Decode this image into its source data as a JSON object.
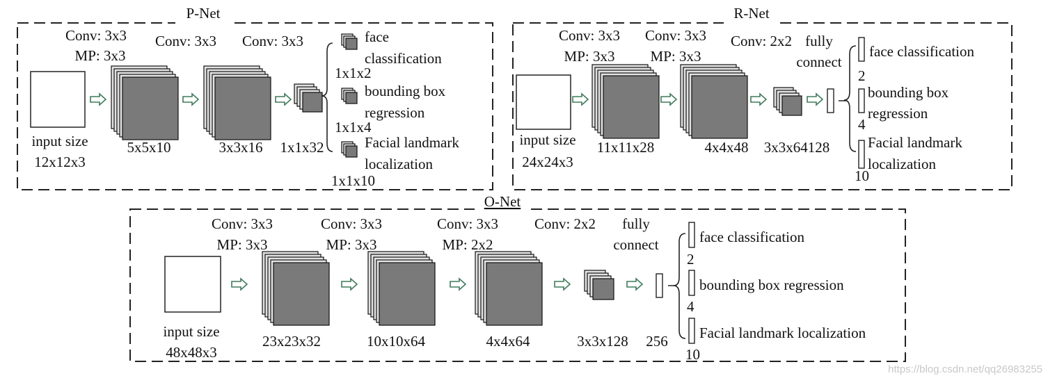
{
  "colors": {
    "frame": "#222222",
    "map_fill": "#7a7a7a",
    "arrow": "#3e7a5a",
    "watermark": "#c8c8c8"
  },
  "pnet": {
    "title": "P-Net",
    "conv1": "Conv: 3x3",
    "mp1": "MP: 3x3",
    "conv2": "Conv: 3x3",
    "conv3": "Conv: 3x3",
    "input_line1": "input size",
    "input_line2": "12x12x3",
    "fm1": "5x5x10",
    "fm2": "3x3x16",
    "fm3": "1x1x32",
    "out_face_1": "face",
    "out_face_2": "classification",
    "out_face_size": "1x1x2",
    "out_bbox_1": "bounding box",
    "out_bbox_2": "regression",
    "out_bbox_size": "1x1x4",
    "out_land_1": "Facial landmark",
    "out_land_2": "localization",
    "out_land_size": "1x1x10"
  },
  "rnet": {
    "title": "R-Net",
    "conv1": "Conv: 3x3",
    "mp1": "MP: 3x3",
    "conv2": "Conv: 3x3",
    "mp2": "MP: 3x3",
    "conv3": "Conv: 2x2",
    "fc_1": "fully",
    "fc_2": "connect",
    "input_line1": "input size",
    "input_line2": "24x24x3",
    "fm1": "11x11x28",
    "fm2": "4x4x48",
    "fm3": "3x3x64128",
    "out_face": "face classification",
    "out_face_size": "2",
    "out_bbox_1": "bounding box",
    "out_bbox_2": "regression",
    "out_bbox_size": "4",
    "out_land_1": "Facial landmark",
    "out_land_2": "localization",
    "out_land_size": "10"
  },
  "onet": {
    "title": "O-Net",
    "conv1": "Conv: 3x3",
    "mp1": "MP: 3x3",
    "conv2": "Conv: 3x3",
    "mp2": "MP: 3x3",
    "conv3": "Conv: 3x3",
    "mp3": "MP: 2x2",
    "conv4": "Conv: 2x2",
    "fc_1": "fully",
    "fc_2": "connect",
    "input_line1": "input size",
    "input_line2": "48x48x3",
    "fm1": "23x23x32",
    "fm2": "10x10x64",
    "fm3": "4x4x64",
    "fm4": "3x3x128",
    "fc_size": "256",
    "out_face": "face classification",
    "out_face_size": "2",
    "out_bbox": "bounding box regression",
    "out_bbox_size": "4",
    "out_land": "Facial landmark localization",
    "out_land_size": "10"
  },
  "watermark": "https://blog.csdn.net/qq26983255"
}
